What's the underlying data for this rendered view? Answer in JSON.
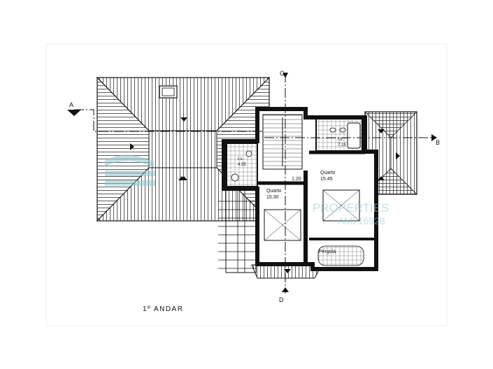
{
  "plan": {
    "floor_label": "1º ANDAR",
    "section_markers": {
      "a": "A",
      "b": "B",
      "c": "C",
      "d": "D"
    },
    "rooms": [
      {
        "id": "quarto_1",
        "name": "Quarto",
        "area": "15.30"
      },
      {
        "id": "quarto_2",
        "name": "Quarto",
        "area": "15.45"
      },
      {
        "id": "wc_1",
        "name": "I.s.",
        "area": "7.15"
      },
      {
        "id": "wc_2",
        "name": "I.s.",
        "area": "4.35"
      },
      {
        "id": "hall",
        "name": "",
        "area": "1.20"
      }
    ],
    "terrace": {
      "name": "Pérgola"
    }
  },
  "watermark": {
    "line1": "PROPERTIES",
    "line2": "AMI 16926",
    "logo": "house-logo-icon"
  },
  "colors": {
    "line": "#222222",
    "wall": "#1a1a1a",
    "paper": "#ffffff",
    "watermark": "#8fc6cc"
  }
}
